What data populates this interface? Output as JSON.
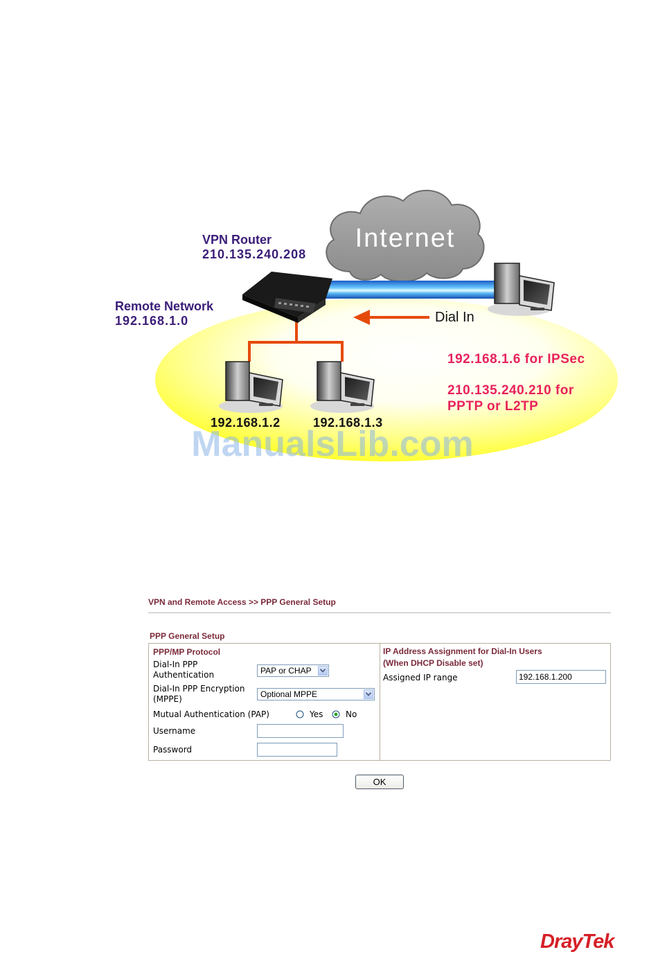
{
  "diagram": {
    "cloud_label": "Internet",
    "router_title": "VPN Router",
    "router_ip": "210.135.240.208",
    "remote_network_title": "Remote Network",
    "remote_network_ip": "192.168.1.0",
    "dial_in_label": "Dial In",
    "ipsec_note": "192.168.1.6 for IPSec",
    "pptp_note_line1": "210.135.240.210 for",
    "pptp_note_line2": "PPTP or L2TP",
    "pc1_ip": "192.168.1.2",
    "pc2_ip": "192.168.1.3",
    "watermark": "ManualsLib.com"
  },
  "panel": {
    "breadcrumb": "VPN and Remote Access >> PPP General Setup",
    "section_title": "PPP General Setup",
    "left": {
      "header": "PPP/MP Protocol",
      "auth_label_line1": "Dial-In PPP",
      "auth_label_line2": "Authentication",
      "auth_value": "PAP or CHAP",
      "enc_label_line1": "Dial-In PPP Encryption",
      "enc_label_line2": "(MPPE)",
      "enc_value": "Optional MPPE",
      "mutual_label": "Mutual Authentication (PAP)",
      "yes_label": "Yes",
      "no_label": "No",
      "mutual_selected": "No",
      "username_label": "Username",
      "username_value": "",
      "password_label": "Password",
      "password_value": ""
    },
    "right": {
      "header_line1": "IP Address Assignment for Dial-In Users",
      "header_line2": "(When DHCP Disable set)",
      "range_label": "Assigned IP range",
      "range_value": "192.168.1.200"
    },
    "ok_label": "OK"
  },
  "footer": {
    "logo_text": "DrayTek"
  },
  "colors": {
    "label_maroon": "#7a2a3a",
    "diagram_navy": "#3b1d78",
    "diagram_red": "#e8225b",
    "ellipse_yellow": "#ffff33",
    "link_orange": "#e64a0a",
    "logo_red": "#d61f27"
  }
}
